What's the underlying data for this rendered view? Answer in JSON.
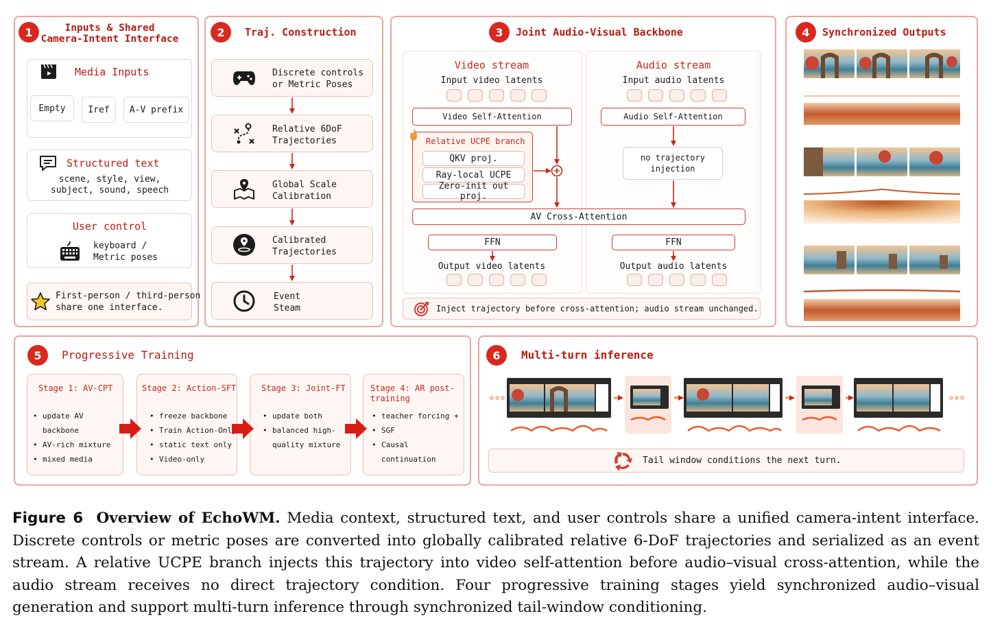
{
  "panel1": {
    "num": "1",
    "title_line1": "Inputs & Shared",
    "title_line2": "Camera-Intent Interface",
    "media_title": "Media Inputs",
    "media_chips": [
      "Empty",
      "Iref",
      "A-V prefix"
    ],
    "text_title": "Structured text",
    "text_line1": "scene, style, view,",
    "text_line2": "subject, sound, speech",
    "control_title": "User control",
    "control_line1": "keyboard /",
    "control_line2": "Metric poses",
    "note_line1": "First-person / third-person",
    "note_line2": "share one interface."
  },
  "panel2": {
    "num": "2",
    "title": "Traj. Construction",
    "steps": [
      {
        "l1": "Discrete controls",
        "l2": "or Metric Poses"
      },
      {
        "l1": "Relative 6DoF",
        "l2": "Trajectories"
      },
      {
        "l1": "Global Scale",
        "l2": "Calibration"
      },
      {
        "l1": "Calibrated",
        "l2": "Trajectories"
      },
      {
        "l1": "Event",
        "l2": "Steam"
      }
    ]
  },
  "panel3": {
    "num": "3",
    "title": "Joint Audio-Visual Backbone",
    "video_title": "Video stream",
    "video_in": "Input video latents",
    "video_sa": "Video Self-Attention",
    "ucpe_title": "Relative UCPE branch",
    "ucpe_items": [
      "QKV proj.",
      "Ray-local UCPE",
      "Zero-init out proj."
    ],
    "audio_title": "Audio stream",
    "audio_in": "Input audio latents",
    "audio_sa": "Audio Self-Attention",
    "no_traj_l1": "no trajectory",
    "no_traj_l2": "injection",
    "cross": "AV Cross-Attention",
    "ffn": "FFN",
    "video_out": "Output video latents",
    "audio_out": "Output audio latents",
    "note": "Inject trajectory before cross-attention; audio stream unchanged."
  },
  "panel4": {
    "num": "4",
    "title": "Synchronized Outputs"
  },
  "panel5": {
    "num": "5",
    "title": "Progressive Training",
    "stages": [
      {
        "title": "Stage 1: AV-CPT",
        "title2": "",
        "items": [
          "update AV",
          "backbone",
          "AV-rich mixture",
          "mixed media"
        ],
        "bullets": [
          true,
          false,
          true,
          true
        ]
      },
      {
        "title": "Stage 2: Action-SFT",
        "title2": "",
        "items": [
          "freeze backbone",
          "Train Action-Only",
          "static text only",
          "Video-only"
        ],
        "bullets": [
          true,
          true,
          true,
          true
        ]
      },
      {
        "title": "Stage 3: Joint-FT",
        "title2": "",
        "items": [
          "update both",
          "balanced high-",
          "quality mixture"
        ],
        "bullets": [
          true,
          true,
          false
        ]
      },
      {
        "title": "Stage 4: AR post-",
        "title2": "training",
        "items": [
          "teacher forcing +",
          "SGF",
          "Causal continuation"
        ],
        "bullets": [
          true,
          true,
          true
        ]
      }
    ]
  },
  "panel6": {
    "num": "6",
    "title": "Multi-turn inference",
    "note": "Tail window conditions the next turn."
  },
  "caption": {
    "fig": "Figure 6",
    "bold": "Overview of EchoWM.",
    "text": "Media context, structured text, and user controls share a unified camera-intent interface. Discrete controls or metric poses are converted into globally calibrated relative 6-DoF trajectories and serialized as an event stream. A relative UCPE branch injects this trajectory into video self-attention before audio–visual cross-attention, while the audio stream receives no direct trajectory condition. Four progressive training stages yield synchronized audio–visual generation and support multi-turn inference through synchronized tail-window conditioning."
  },
  "colors": {
    "accent": "#d9281e",
    "border": "#e9a59d",
    "box_bg": "#fdf6f2"
  }
}
